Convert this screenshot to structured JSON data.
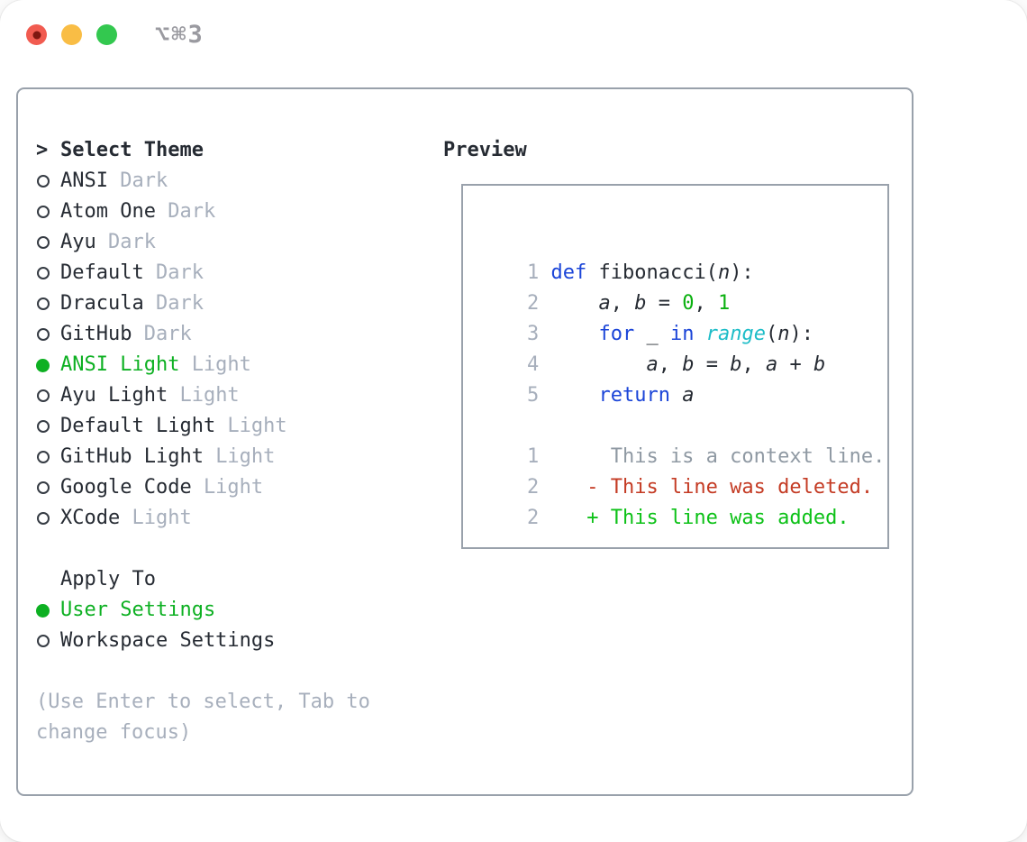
{
  "window": {
    "title": "⌥⌘3"
  },
  "palette": {
    "accent_green": "#0db022",
    "added_green": "#0cc117",
    "deleted_red": "#c43b24",
    "keyword_blue": "#1b45d8",
    "builtin_cyan": "#1ebdc8",
    "number_green": "#0ab00f",
    "muted_gray": "#a7afbc",
    "context_gray": "#8f99a3",
    "text_dark": "#262b33",
    "border_gray": "#99a1ab",
    "traffic_red": "#f15b50",
    "traffic_yellow": "#f9bd45",
    "traffic_green": "#33c84f"
  },
  "theme_panel": {
    "prompt": ">",
    "header": "Select Theme",
    "items": [
      {
        "name": "ANSI",
        "tag": "Dark",
        "selected": false
      },
      {
        "name": "Atom One",
        "tag": "Dark",
        "selected": false
      },
      {
        "name": "Ayu",
        "tag": "Dark",
        "selected": false
      },
      {
        "name": "Default",
        "tag": "Dark",
        "selected": false
      },
      {
        "name": "Dracula",
        "tag": "Dark",
        "selected": false
      },
      {
        "name": "GitHub",
        "tag": "Dark",
        "selected": false
      },
      {
        "name": "ANSI Light",
        "tag": "Light",
        "selected": true
      },
      {
        "name": "Ayu Light",
        "tag": "Light",
        "selected": false
      },
      {
        "name": "Default Light",
        "tag": "Light",
        "selected": false
      },
      {
        "name": "GitHub Light",
        "tag": "Light",
        "selected": false
      },
      {
        "name": "Google Code",
        "tag": "Light",
        "selected": false
      },
      {
        "name": "XCode",
        "tag": "Light",
        "selected": false
      }
    ],
    "apply_to": {
      "header": "Apply To",
      "options": [
        {
          "label": "User Settings",
          "selected": true
        },
        {
          "label": "Workspace Settings",
          "selected": false
        }
      ]
    },
    "hint": "(Use Enter to select, Tab to change focus)"
  },
  "preview": {
    "header": "Preview",
    "code_lines": [
      {
        "num": "1",
        "segments": [
          {
            "t": "def",
            "c": "kw"
          },
          {
            "t": " fibonacci(",
            "c": "fg"
          },
          {
            "t": "n",
            "c": "var"
          },
          {
            "t": "):",
            "c": "fg"
          }
        ]
      },
      {
        "num": "2",
        "segments": [
          {
            "t": "    ",
            "c": "fg"
          },
          {
            "t": "a",
            "c": "var"
          },
          {
            "t": ", ",
            "c": "fg"
          },
          {
            "t": "b",
            "c": "var"
          },
          {
            "t": " = ",
            "c": "fg"
          },
          {
            "t": "0",
            "c": "num"
          },
          {
            "t": ", ",
            "c": "fg"
          },
          {
            "t": "1",
            "c": "num"
          }
        ]
      },
      {
        "num": "3",
        "segments": [
          {
            "t": "    ",
            "c": "fg"
          },
          {
            "t": "for",
            "c": "kw"
          },
          {
            "t": " _ ",
            "c": "fg"
          },
          {
            "t": "in",
            "c": "kw"
          },
          {
            "t": " ",
            "c": "fg"
          },
          {
            "t": "range",
            "c": "fn"
          },
          {
            "t": "(",
            "c": "fg"
          },
          {
            "t": "n",
            "c": "var"
          },
          {
            "t": "):",
            "c": "fg"
          }
        ]
      },
      {
        "num": "4",
        "segments": [
          {
            "t": "        ",
            "c": "fg"
          },
          {
            "t": "a",
            "c": "var"
          },
          {
            "t": ", ",
            "c": "fg"
          },
          {
            "t": "b",
            "c": "var"
          },
          {
            "t": " = ",
            "c": "fg"
          },
          {
            "t": "b",
            "c": "var"
          },
          {
            "t": ", ",
            "c": "fg"
          },
          {
            "t": "a",
            "c": "var"
          },
          {
            "t": " + ",
            "c": "fg"
          },
          {
            "t": "b",
            "c": "var"
          }
        ]
      },
      {
        "num": "5",
        "segments": [
          {
            "t": "    ",
            "c": "fg"
          },
          {
            "t": "return",
            "c": "kw"
          },
          {
            "t": " ",
            "c": "fg"
          },
          {
            "t": "a",
            "c": "var"
          }
        ]
      },
      {
        "num": "",
        "segments": []
      },
      {
        "num": "1",
        "segments": [
          {
            "t": "     This is a context line.",
            "c": "ctx"
          }
        ]
      },
      {
        "num": "2",
        "segments": [
          {
            "t": "   - This line was deleted.",
            "c": "del"
          }
        ]
      },
      {
        "num": "2",
        "segments": [
          {
            "t": "   + This line was added.",
            "c": "add"
          }
        ]
      }
    ]
  }
}
